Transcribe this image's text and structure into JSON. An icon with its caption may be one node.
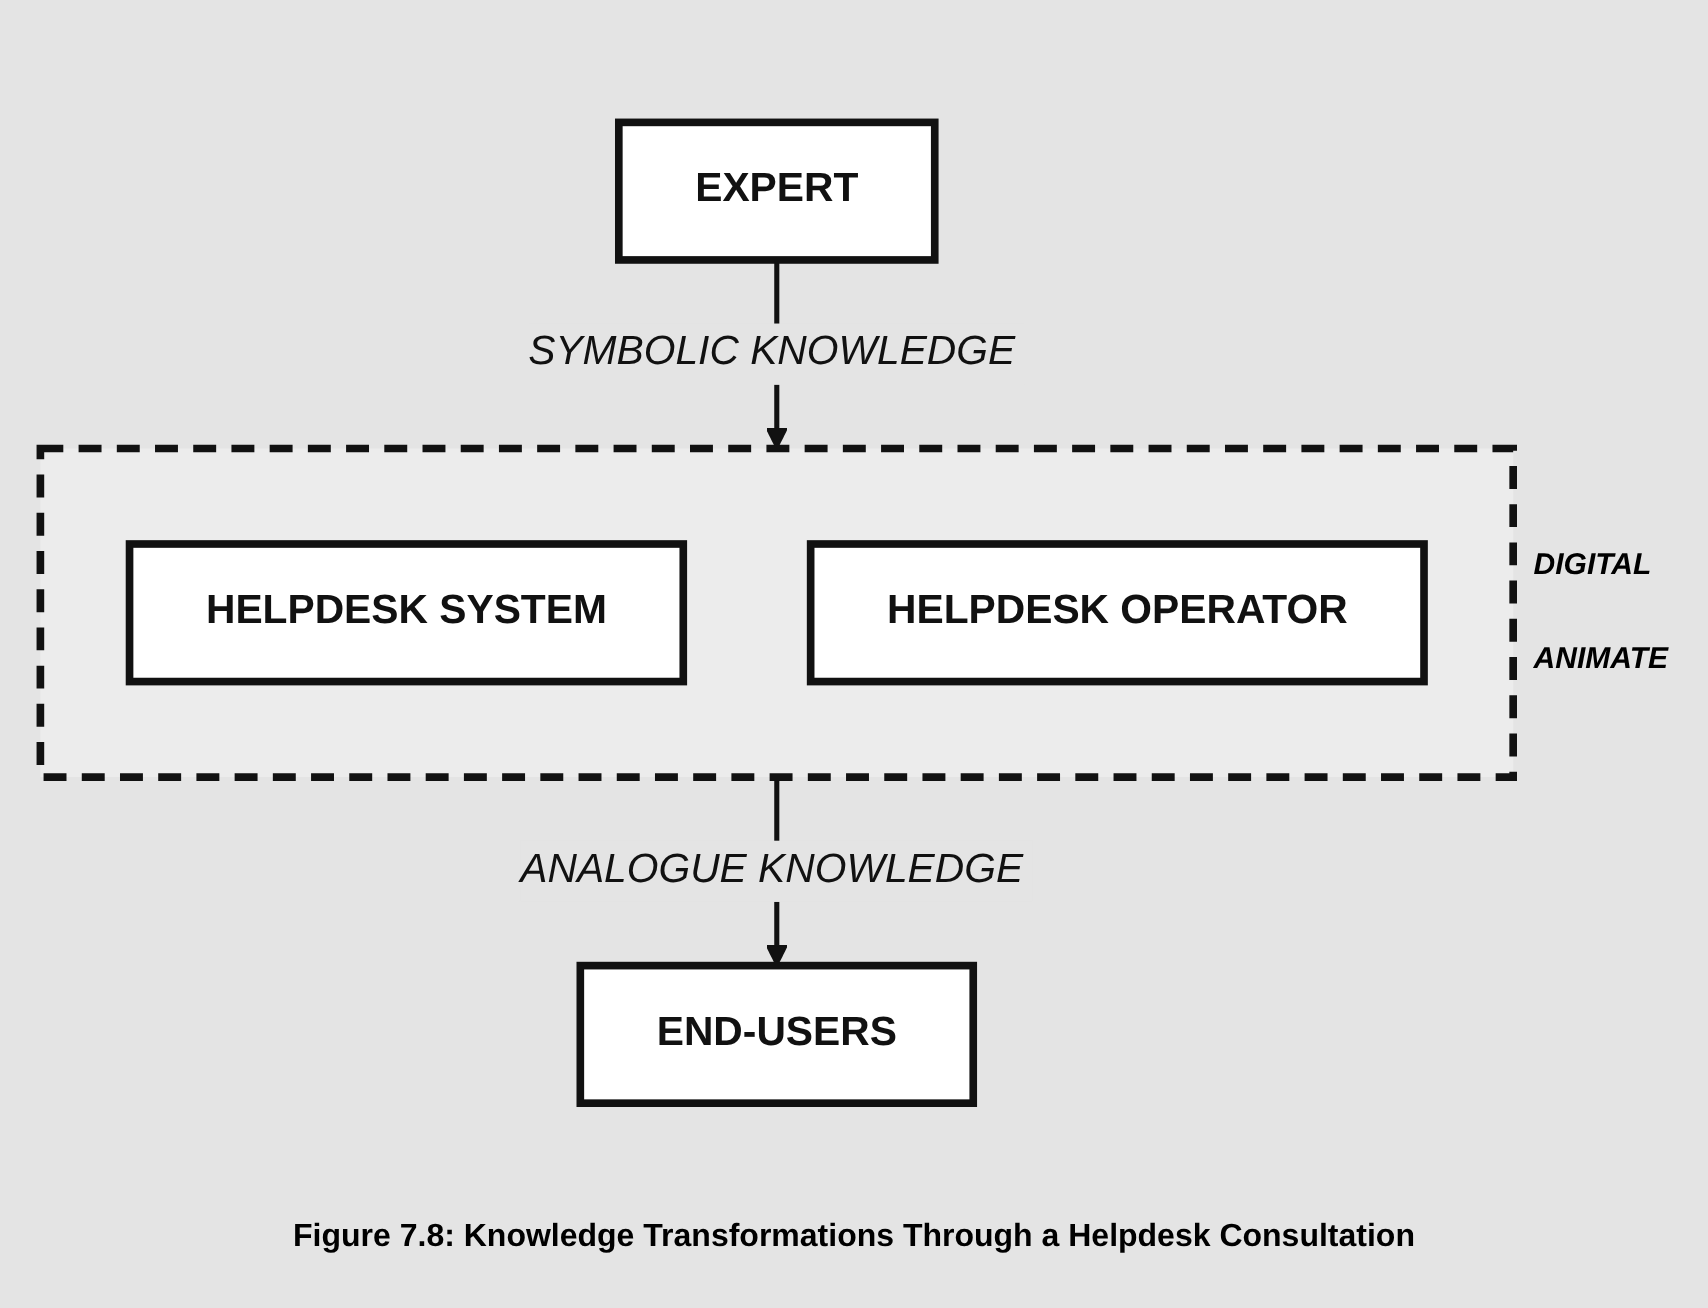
{
  "diagram": {
    "caption": "Figure 7.8: Knowledge Transformations Through a Helpdesk Consultation",
    "nodes": [
      {
        "text": [
          "EXPERT"
        ]
      },
      {
        "text": [],
        "shape": "box"
      },
      {
        "text": [
          "HELPDESK SYSTEM"
        ],
        "in": 1
      },
      {
        "text": [
          "HELPDESK OPERATOR"
        ],
        "in": 1
      },
      {
        "text": [
          "END-USERS"
        ]
      }
    ],
    "edges": [
      {
        "from": 0,
        "to": 1,
        "arrow": "to",
        "label": "SYMBOLIC KNOWLEDGE"
      },
      {
        "from": 1,
        "to": 4,
        "arrow": "to",
        "label": "ANALOGUE KNOWLEDGE"
      }
    ],
    "labels": [
      "DIGITAL",
      "ANIMATE"
    ]
  }
}
